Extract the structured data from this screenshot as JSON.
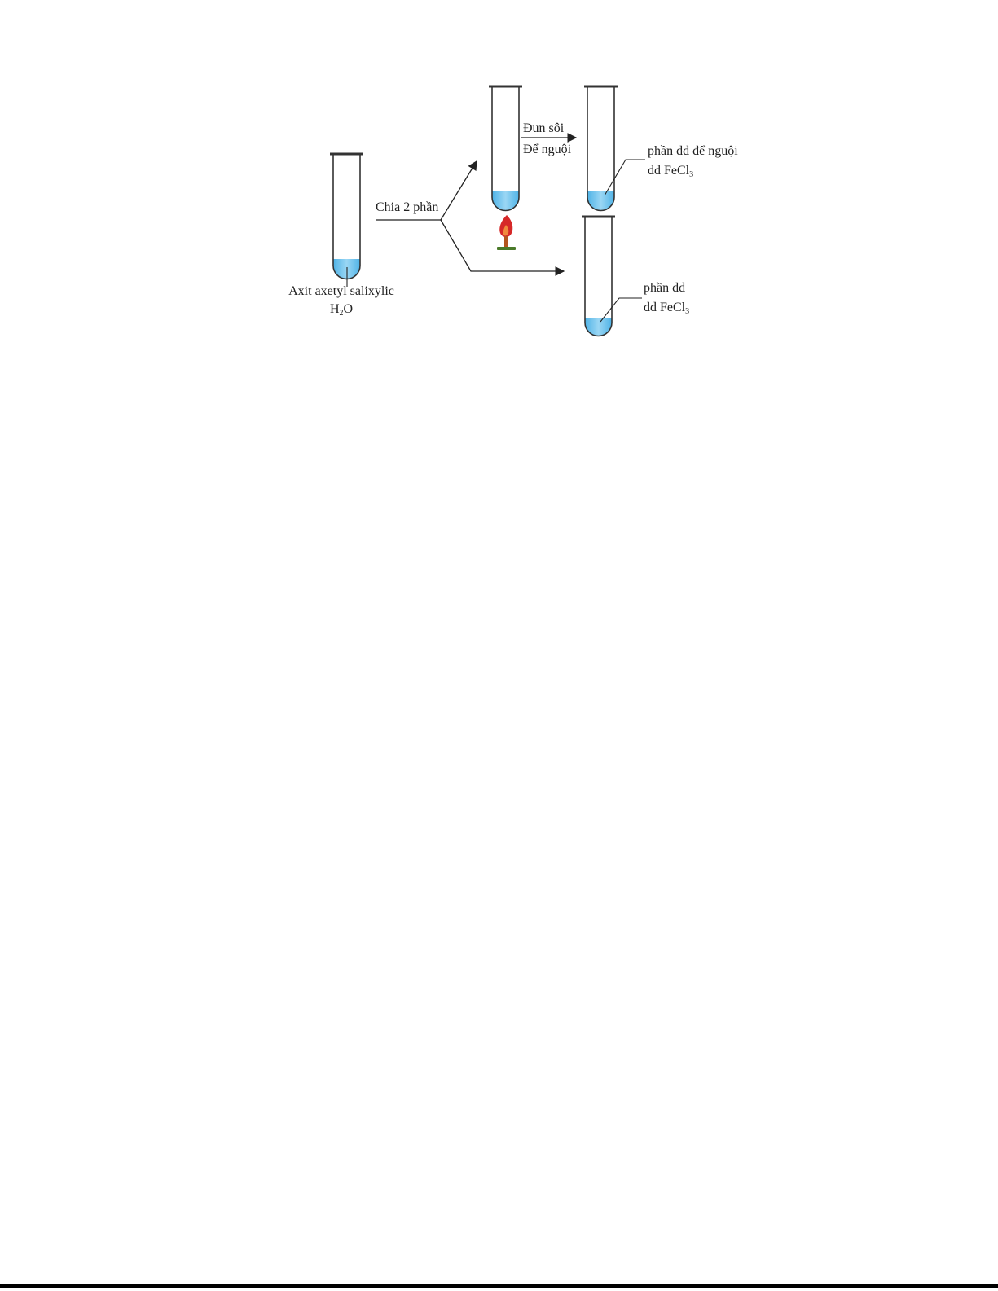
{
  "colors": {
    "liquid": "#4fb3e6",
    "liquid_light": "#9ad6f4",
    "flame": "#d62828",
    "burner": "#4a7a2a"
  },
  "labels": {
    "reagent_name": "Axit axetyl salixylic",
    "reagent_solvent_base": "H",
    "reagent_solvent_sub": "2",
    "reagent_solvent_rest": "O",
    "split": "Chia 2 phần",
    "step_boil": "Đun sôi",
    "step_cool": "Để nguội",
    "top_tube_line1": "phần dd để nguội",
    "top_tube_line2_base": "dd FeCl",
    "top_tube_line2_sub": "3",
    "bottom_tube_line1": "phần dd",
    "bottom_tube_line2_base": "dd FeCl",
    "bottom_tube_line2_sub": "3"
  }
}
